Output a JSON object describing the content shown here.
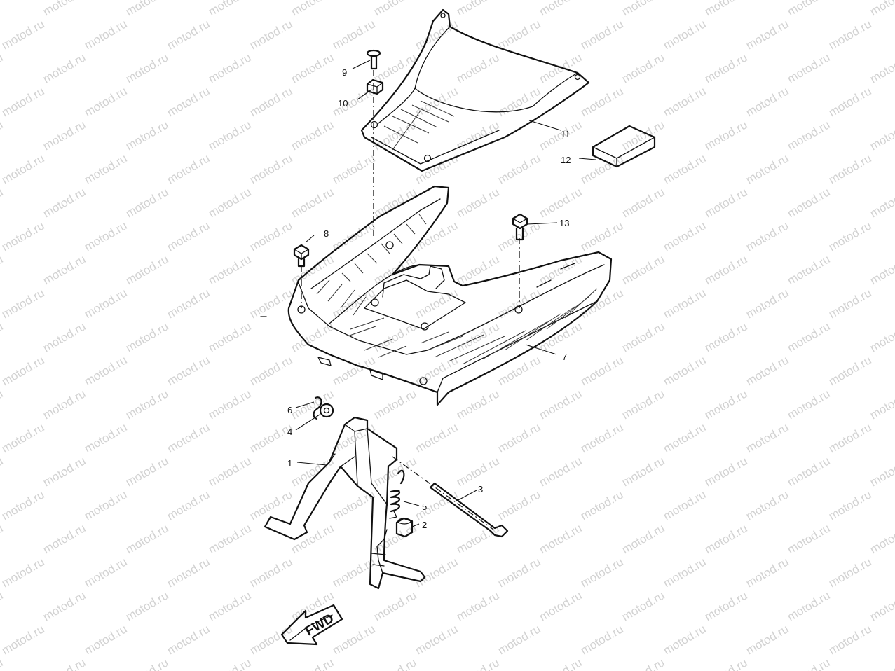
{
  "watermark": {
    "text": "motod.ru",
    "color": "#d2d2d2"
  },
  "callouts": {
    "p1": "1",
    "p2": "2",
    "p3": "3",
    "p4": "4",
    "p5": "5",
    "p6": "6",
    "p7": "7",
    "p8": "8",
    "p9": "9",
    "p10": "10",
    "p11": "11",
    "p12": "12",
    "p13": "13"
  },
  "direction_arrow": {
    "label": "FWD"
  },
  "parts": [
    {
      "id": "1",
      "icon": "center-stand-icon"
    },
    {
      "id": "2",
      "icon": "stopper-rubber-icon"
    },
    {
      "id": "3",
      "icon": "shaft-icon"
    },
    {
      "id": "4",
      "icon": "washer-icon"
    },
    {
      "id": "5",
      "icon": "spring-icon"
    },
    {
      "id": "6",
      "icon": "clip-icon"
    },
    {
      "id": "7",
      "icon": "footrest-board-icon"
    },
    {
      "id": "8",
      "icon": "bolt-icon"
    },
    {
      "id": "9",
      "icon": "screw-icon"
    },
    {
      "id": "10",
      "icon": "nut-icon"
    },
    {
      "id": "11",
      "icon": "leg-shield-cover-icon"
    },
    {
      "id": "12",
      "icon": "pad-icon"
    },
    {
      "id": "13",
      "icon": "bolt-icon"
    }
  ]
}
